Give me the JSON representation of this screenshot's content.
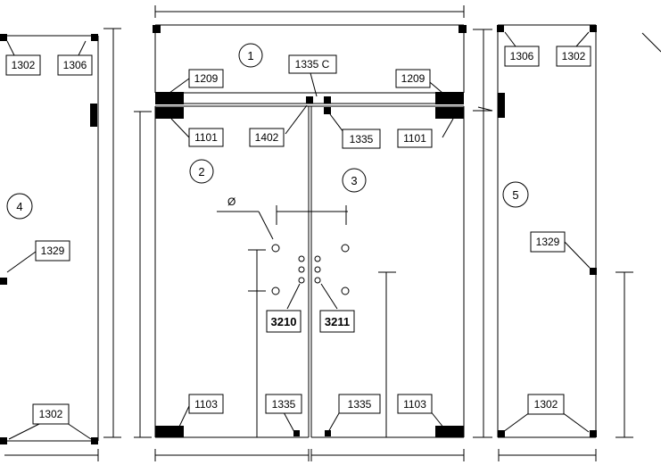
{
  "panel_numbers": {
    "top_transom": "1",
    "left_door": "2",
    "right_door": "3",
    "left_sidelight": "4",
    "right_sidelight": "5"
  },
  "part_labels": {
    "top_left_clamp": "1209",
    "top_right_clamp": "1209",
    "top_center_connector": "1335 C",
    "left_door_top_patch": "1101",
    "right_door_top_patch": "1101",
    "center_top_1402": "1402",
    "center_top_1335": "1335",
    "left_door_bottom_patch": "1103",
    "right_door_bottom_patch": "1103",
    "left_door_bottom_1335": "1335",
    "right_door_bottom_1335": "1335",
    "left_side_top_a": "1302",
    "left_side_top_b": "1306",
    "left_side_mid": "1329",
    "left_side_bottom": "1302",
    "right_side_top_a": "1306",
    "right_side_top_b": "1302",
    "right_side_mid": "1329",
    "right_side_bottom": "1302",
    "left_handle": "3210",
    "right_handle": "3211",
    "diameter_symbol": "Ø"
  },
  "colors": {
    "line": "#000000",
    "background": "#ffffff"
  }
}
